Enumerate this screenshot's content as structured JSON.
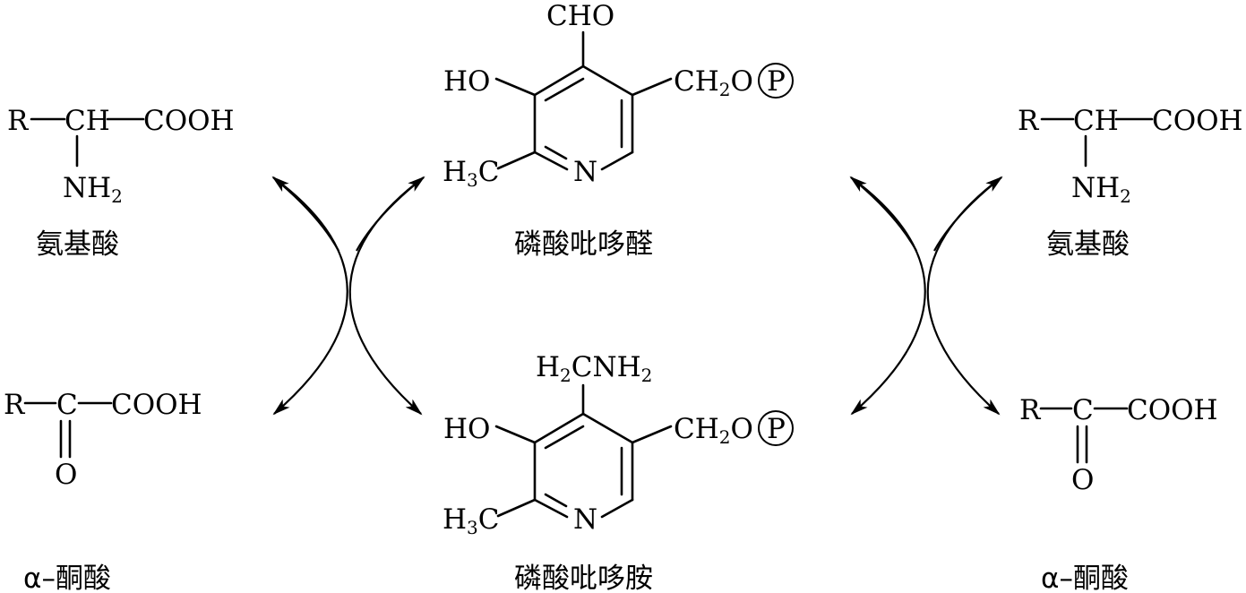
{
  "amino_acid": {
    "r": "R",
    "ch": "CH",
    "cooh": "COOH",
    "nh": "NH",
    "nh_sub": "2",
    "caption": "氨基酸"
  },
  "keto_acid": {
    "r": "R",
    "c": "C",
    "cooh": "COOH",
    "o": "O",
    "caption_alpha": "α",
    "caption_rest": "–酮酸"
  },
  "plp": {
    "cho": "CHO",
    "ho": "HO",
    "ch": "CH",
    "ch_sub": "2",
    "o_link": "O",
    "phosphate": "P",
    "h": "H",
    "h_sub": "3",
    "c": "C",
    "n": "N",
    "caption": "磷酸吡哆醛"
  },
  "pmp": {
    "h": "H",
    "h_sub": "2",
    "cnh": "CNH",
    "cnh_sub": "2",
    "ho": "HO",
    "ch": "CH",
    "ch_sub": "2",
    "o_link": "O",
    "phosphate": "P",
    "me_h": "H",
    "me_sub": "3",
    "me_c": "C",
    "n": "N",
    "caption": "磷酸吡哆胺"
  }
}
